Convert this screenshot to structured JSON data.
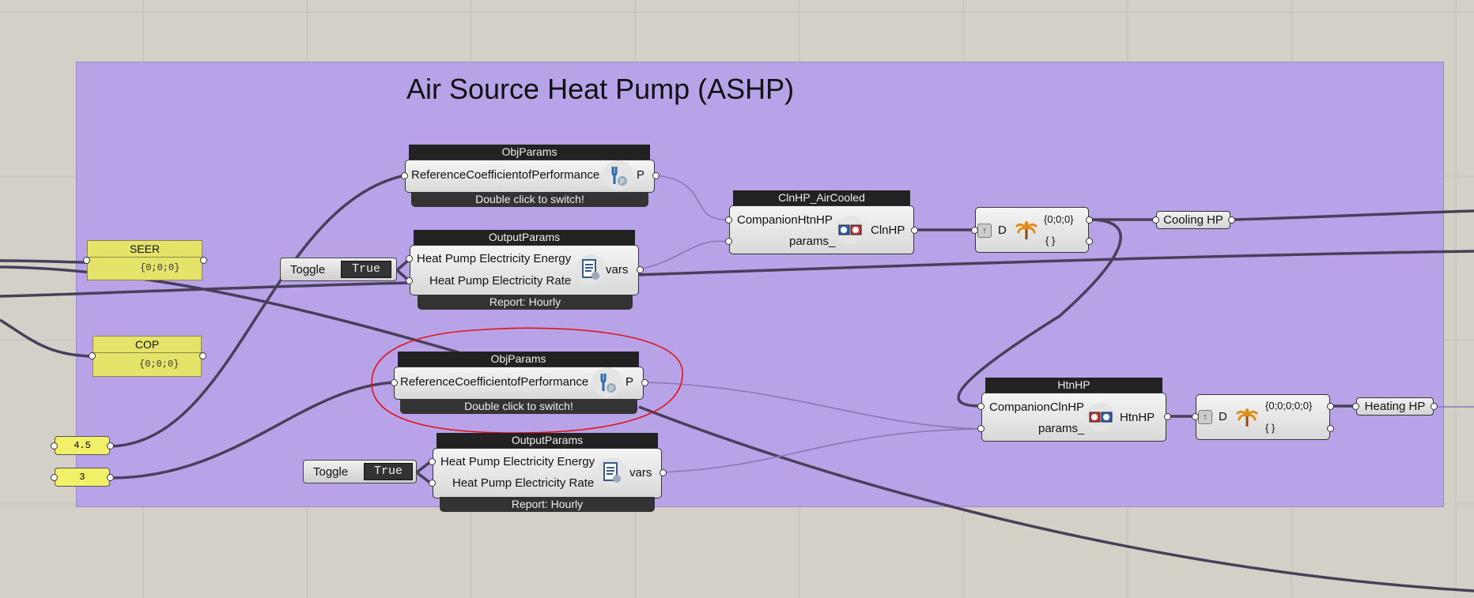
{
  "group": {
    "title": "Air Source Heat Pump (ASHP)"
  },
  "panels": {
    "seer": {
      "label": "SEER",
      "value": "{0;0;0}"
    },
    "cop": {
      "label": "COP",
      "value": "{0;0;0}"
    },
    "num1": {
      "value": "4.5"
    },
    "num2": {
      "value": "3"
    }
  },
  "objparams_top": {
    "header": "ObjParams",
    "input": "ReferenceCoefficientofPerformance",
    "output": "P",
    "footer": "Double click to switch!"
  },
  "outputparams_top": {
    "header": "OutputParams",
    "input1": "Heat Pump Electricity Energy",
    "input2": "Heat Pump Electricity Rate",
    "output": "vars",
    "footer": "Report: Hourly"
  },
  "toggle_top": {
    "label": "Toggle",
    "value": "True"
  },
  "objparams_bottom": {
    "header": "ObjParams",
    "input": "ReferenceCoefficientofPerformance",
    "output": "P",
    "footer": "Double click to switch!"
  },
  "outputparams_bottom": {
    "header": "OutputParams",
    "input1": "Heat Pump Electricity Energy",
    "input2": "Heat Pump Electricity Rate",
    "output": "vars",
    "footer": "Report: Hourly"
  },
  "toggle_bottom": {
    "label": "Toggle",
    "value": "True"
  },
  "clnhp": {
    "header": "ClnHP_AirCooled",
    "input1": "CompanionHtnHP",
    "input2": "params_",
    "output": "ClnHP"
  },
  "htnhp": {
    "header": "HtnHP",
    "input1": "CompanionClnHP",
    "input2": "params_",
    "output": "HtnHP"
  },
  "data_top": {
    "label": "D",
    "out1": "{0;0;0}",
    "out2": "{ }"
  },
  "data_bottom": {
    "label": "D",
    "out1": "{0;0;0;0;0}",
    "out2": "{ }"
  },
  "relays": {
    "cooling": "Cooling HP",
    "heating": "Heating HP"
  }
}
